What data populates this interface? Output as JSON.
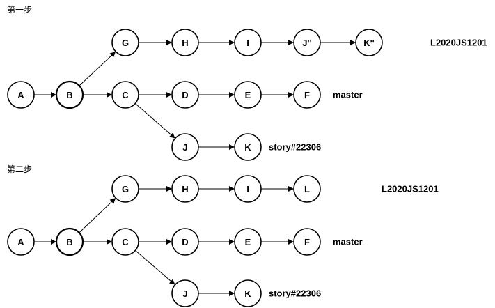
{
  "steps": [
    {
      "title": "第一步",
      "nodes": [
        {
          "id": "A",
          "label": "A"
        },
        {
          "id": "B",
          "label": "B",
          "bold": true
        },
        {
          "id": "C",
          "label": "C"
        },
        {
          "id": "D",
          "label": "D"
        },
        {
          "id": "E",
          "label": "E"
        },
        {
          "id": "F",
          "label": "F"
        },
        {
          "id": "G",
          "label": "G"
        },
        {
          "id": "H",
          "label": "H"
        },
        {
          "id": "I",
          "label": "I"
        },
        {
          "id": "J2",
          "label": "J''"
        },
        {
          "id": "K2",
          "label": "K''"
        },
        {
          "id": "J",
          "label": "J"
        },
        {
          "id": "K",
          "label": "K"
        }
      ],
      "edges": [
        [
          "A",
          "B"
        ],
        [
          "B",
          "C"
        ],
        [
          "C",
          "D"
        ],
        [
          "D",
          "E"
        ],
        [
          "E",
          "F"
        ],
        [
          "B",
          "G"
        ],
        [
          "G",
          "H"
        ],
        [
          "H",
          "I"
        ],
        [
          "I",
          "J2"
        ],
        [
          "J2",
          "K2"
        ],
        [
          "C",
          "J"
        ],
        [
          "J",
          "K"
        ]
      ],
      "branches": [
        {
          "name": "L2020JS1201",
          "after": "K2"
        },
        {
          "name": "master",
          "after": "F"
        },
        {
          "name": "story#22306",
          "after": "K"
        }
      ]
    },
    {
      "title": "第二步",
      "nodes": [
        {
          "id": "A",
          "label": "A"
        },
        {
          "id": "B",
          "label": "B",
          "bold": true
        },
        {
          "id": "C",
          "label": "C"
        },
        {
          "id": "D",
          "label": "D"
        },
        {
          "id": "E",
          "label": "E"
        },
        {
          "id": "F",
          "label": "F"
        },
        {
          "id": "G",
          "label": "G"
        },
        {
          "id": "H",
          "label": "H"
        },
        {
          "id": "I",
          "label": "I"
        },
        {
          "id": "L",
          "label": "L"
        },
        {
          "id": "J",
          "label": "J"
        },
        {
          "id": "K",
          "label": "K"
        }
      ],
      "edges": [
        [
          "A",
          "B"
        ],
        [
          "B",
          "C"
        ],
        [
          "C",
          "D"
        ],
        [
          "D",
          "E"
        ],
        [
          "E",
          "F"
        ],
        [
          "B",
          "G"
        ],
        [
          "G",
          "H"
        ],
        [
          "H",
          "I"
        ],
        [
          "I",
          "L"
        ],
        [
          "C",
          "J"
        ],
        [
          "J",
          "K"
        ]
      ],
      "branches": [
        {
          "name": "L2020JS1201",
          "after": "L"
        },
        {
          "name": "master",
          "after": "F"
        },
        {
          "name": "story#22306",
          "after": "K"
        }
      ]
    }
  ]
}
